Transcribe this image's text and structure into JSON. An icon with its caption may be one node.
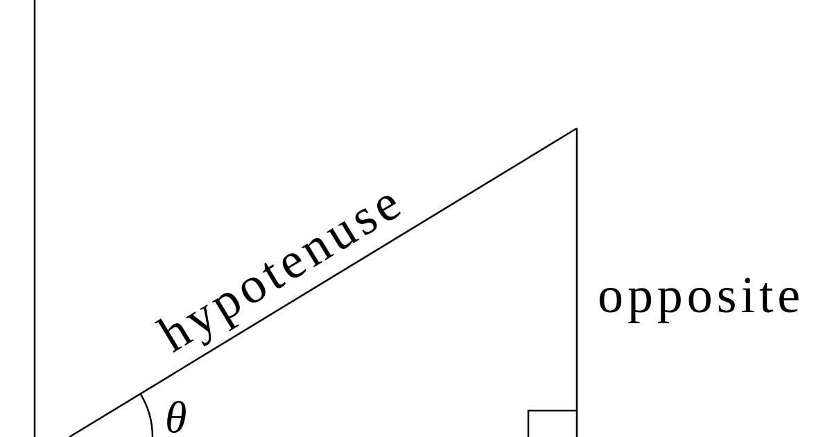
{
  "diagram": {
    "labels": [
      "hypotenuse",
      "opposite",
      "θ"
    ]
  }
}
